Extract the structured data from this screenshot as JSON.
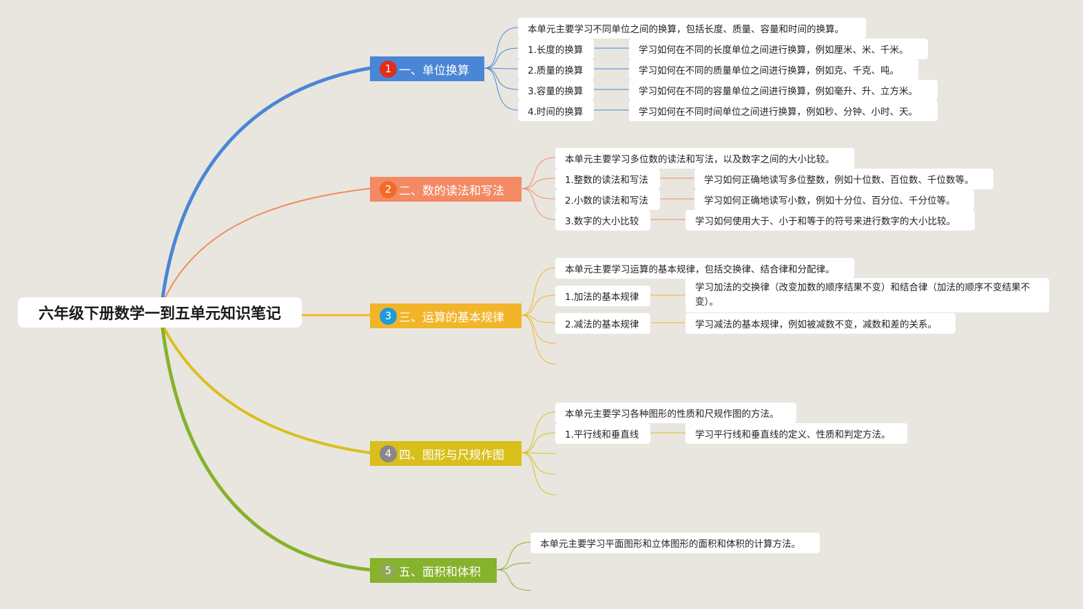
{
  "root": {
    "title": "六年级下册数学一到五单元知识笔记"
  },
  "colors": {
    "u1": "#4a86d6",
    "u1_badge": "#e02d1c",
    "u2": "#f38a64",
    "u2_badge": "#f26a2a",
    "u3": "#f2b52a",
    "u3_badge": "#1e9bd8",
    "u4": "#d9bf1c",
    "u4_badge": "#888888",
    "u5": "#86b22c",
    "u5_badge": "#8ea852"
  },
  "units": [
    {
      "badge": "1",
      "title": "一、单位换算",
      "summary": "本单元主要学习不同单位之间的换算，包括长度、质量、容量和时间的换算。",
      "items": [
        {
          "label": "1.长度的换算",
          "detail": "学习如何在不同的长度单位之间进行换算，例如厘米、米、千米。"
        },
        {
          "label": "2.质量的换算",
          "detail": "学习如何在不同的质量单位之间进行换算，例如克、千克、吨。"
        },
        {
          "label": "3.容量的换算",
          "detail": "学习如何在不同的容量单位之间进行换算，例如毫升、升、立方米。"
        },
        {
          "label": "4.时间的换算",
          "detail": "学习如何在不同时间单位之间进行换算，例如秒、分钟、小时、天。"
        }
      ]
    },
    {
      "badge": "2",
      "title": "二、数的读法和写法",
      "summary": "本单元主要学习多位数的读法和写法，以及数字之间的大小比较。",
      "items": [
        {
          "label": "1.整数的读法和写法",
          "detail": "学习如何正确地读写多位整数，例如十位数、百位数、千位数等。"
        },
        {
          "label": "2.小数的读法和写法",
          "detail": "学习如何正确地读写小数，例如十分位、百分位、千分位等。"
        },
        {
          "label": "3.数字的大小比较",
          "detail": "学习如何使用大于、小于和等于的符号来进行数字的大小比较。"
        }
      ]
    },
    {
      "badge": "3",
      "title": "三、运算的基本规律",
      "summary": "本单元主要学习运算的基本规律，包括交换律、结合律和分配律。",
      "items": [
        {
          "label": "1.加法的基本规律",
          "detail": "学习加法的交换律（改变加数的顺序结果不变）和结合律（加法的顺序不变结果不变）。"
        },
        {
          "label": "2.减法的基本规律",
          "detail": "学习减法的基本规律，例如被减数不变，减数和差的关系。"
        }
      ]
    },
    {
      "badge": "4",
      "title": "四、图形与尺规作图",
      "summary": "本单元主要学习各种图形的性质和尺规作图的方法。",
      "items": [
        {
          "label": "1.平行线和垂直线",
          "detail": "学习平行线和垂直线的定义、性质和判定方法。"
        }
      ]
    },
    {
      "badge": "5",
      "title": "五、面积和体积",
      "summary": "本单元主要学习平面图形和立体图形的面积和体积的计算方法。",
      "items": []
    }
  ]
}
